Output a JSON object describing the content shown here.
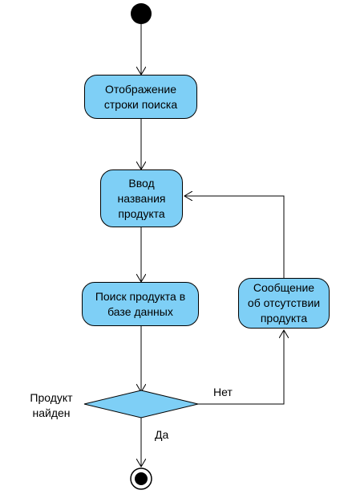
{
  "nodes": {
    "display_search": "Отображение\nстроки поиска",
    "enter_name": "Ввод\nназвания\nпродукта",
    "search_db": "Поиск продукта в\nбазе данных",
    "not_found_msg": "Сообщение\nоб отсутствии\nпродукта"
  },
  "decision": {
    "label": "Продукт\nнайден",
    "no": "Нет",
    "yes": "Да"
  },
  "colors": {
    "node_fill": "#7ecff6",
    "stroke": "#000000"
  }
}
